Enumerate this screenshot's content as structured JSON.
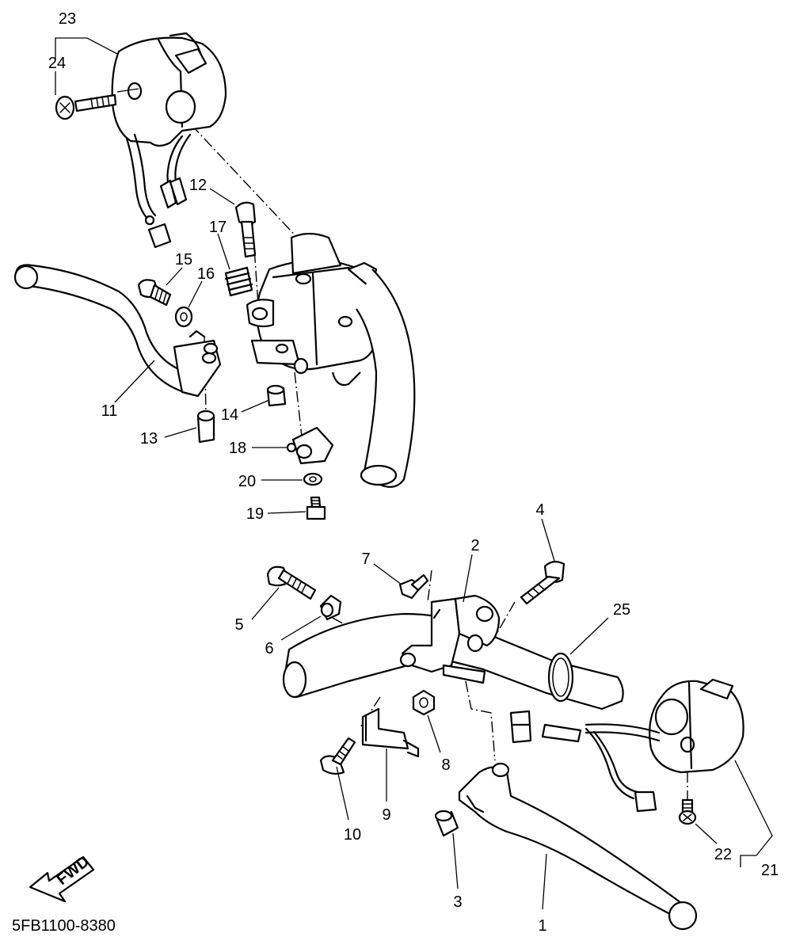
{
  "drawing_code": "5FB1100-8380",
  "fwd_arrow_label": "FWD",
  "callouts": {
    "p1": "1",
    "p2": "2",
    "p3": "3",
    "p4": "4",
    "p5": "5",
    "p6": "6",
    "p7": "7",
    "p8": "8",
    "p9": "9",
    "p10": "10",
    "p11": "11",
    "p12": "12",
    "p13": "13",
    "p14": "14",
    "p15": "15",
    "p16": "16",
    "p17": "17",
    "p18": "18",
    "p19": "19",
    "p20": "20",
    "p21": "21",
    "p22": "22",
    "p23": "23",
    "p24": "24",
    "p25": "25"
  }
}
